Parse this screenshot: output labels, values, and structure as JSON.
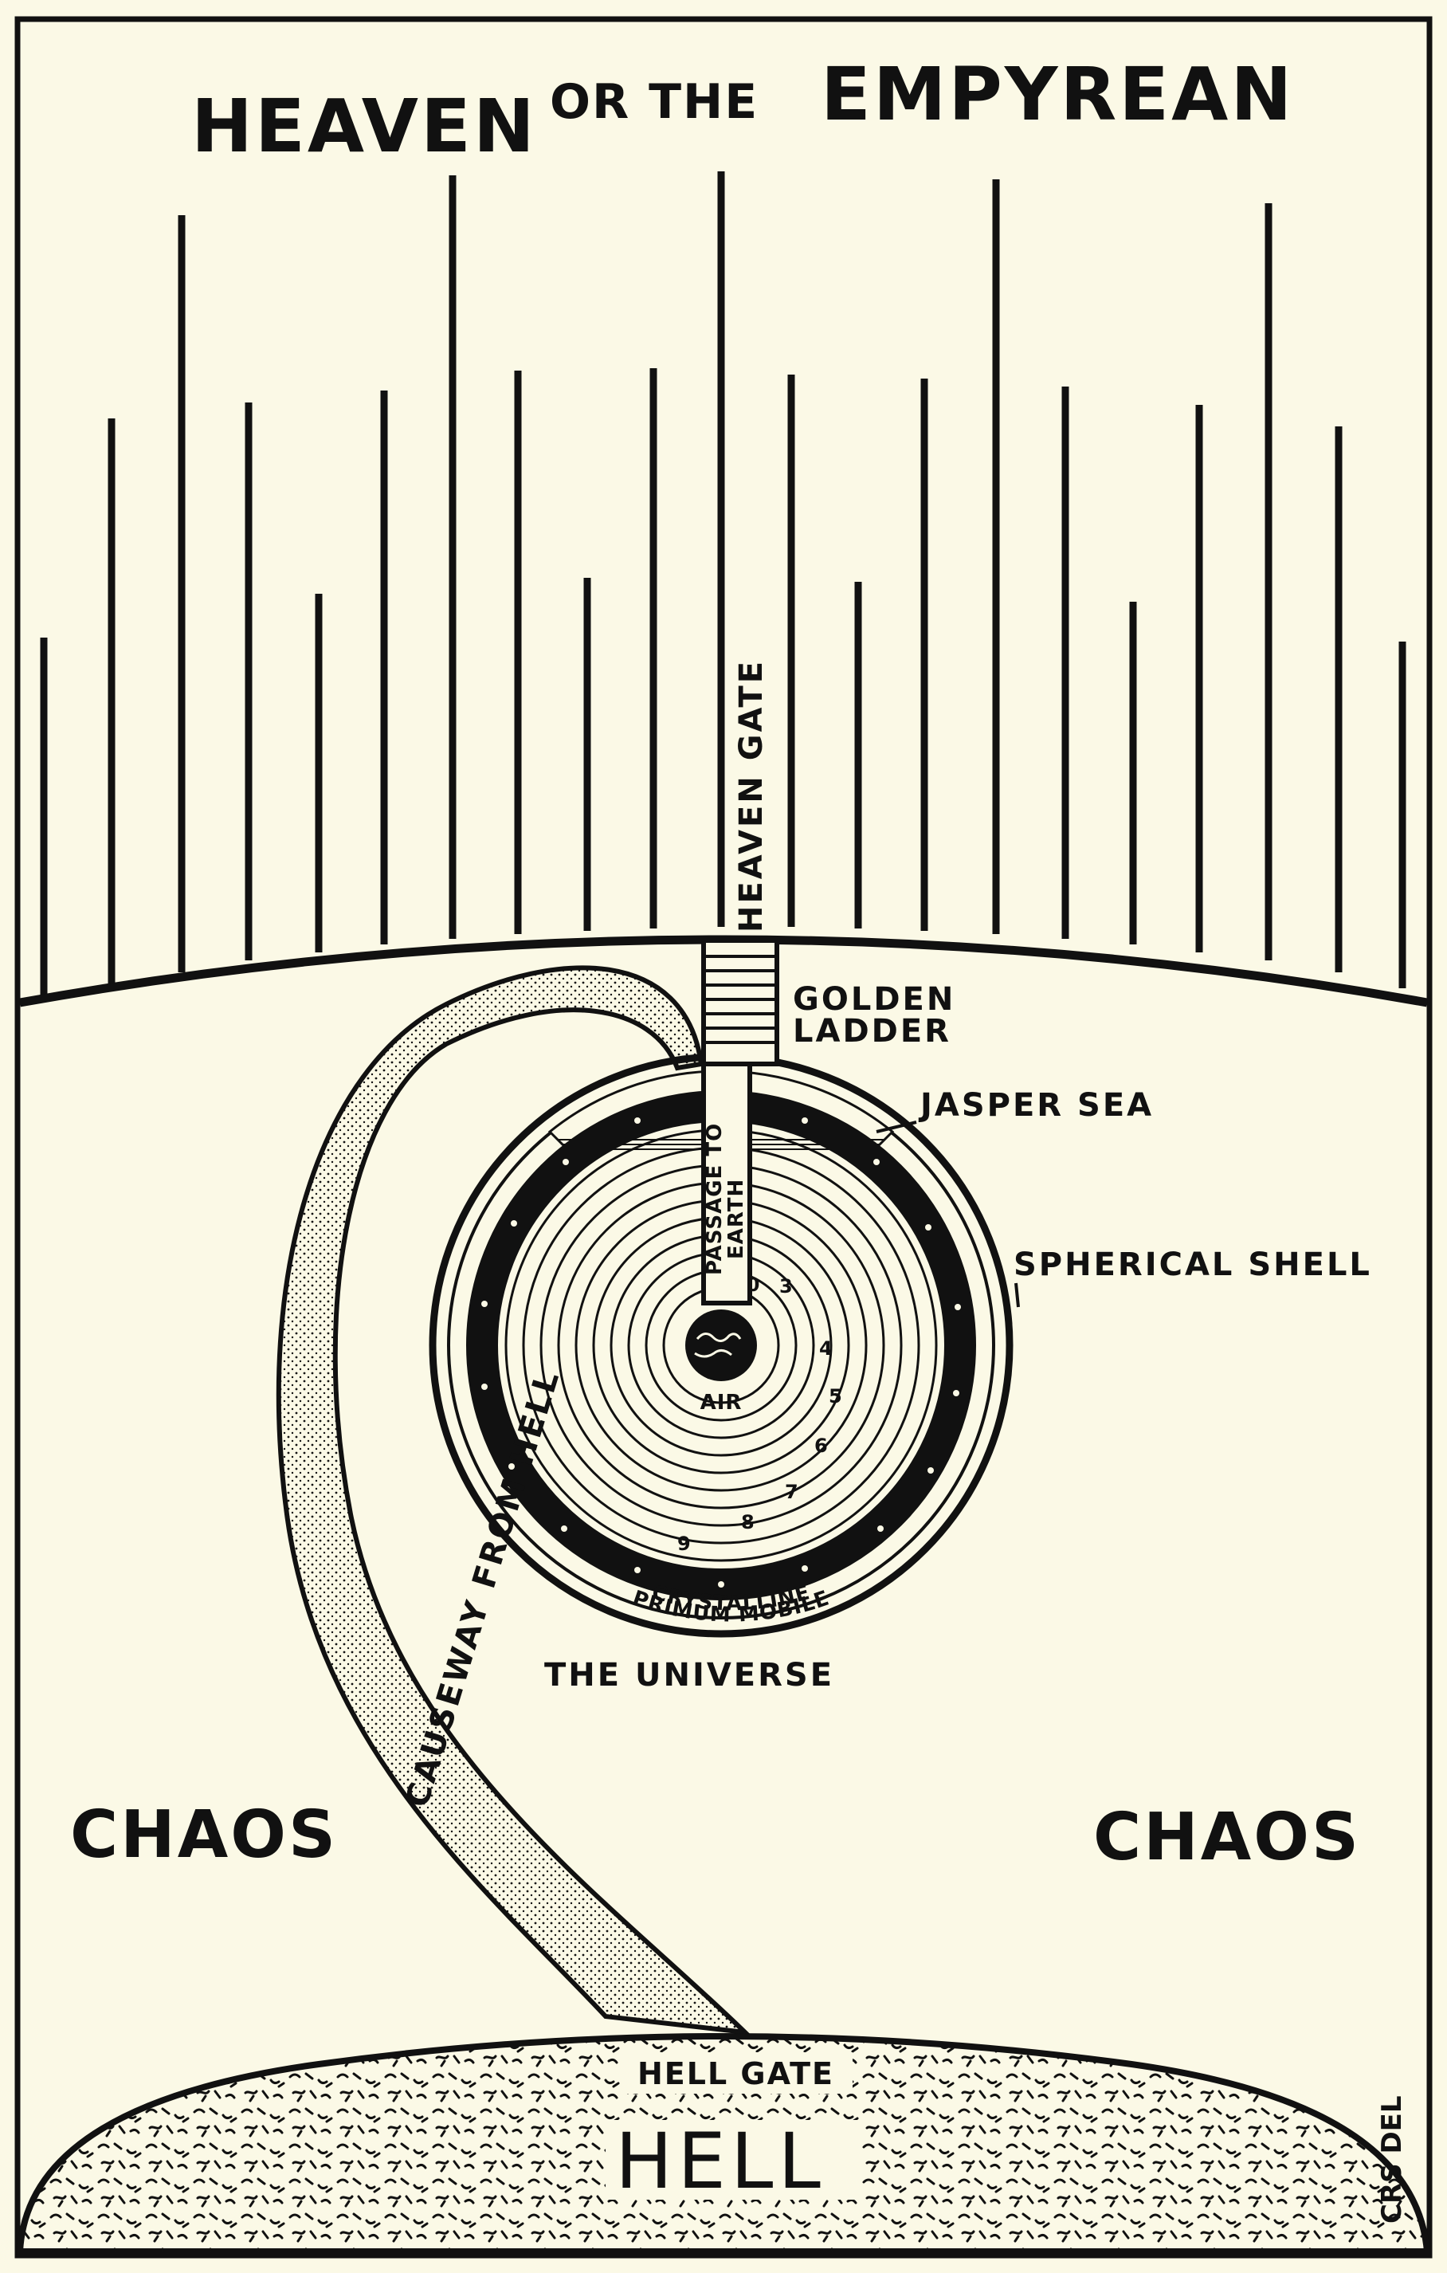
{
  "title": {
    "heaven": "HEAVEN",
    "or_the": "OR THE",
    "empyrean": "EMPYREAN"
  },
  "labels": {
    "heaven_gate": "HEAVEN GATE",
    "golden_ladder_1": "GOLDEN",
    "golden_ladder_2": "LADDER",
    "jasper_sea": "JASPER SEA",
    "spherical_shell": "SPHERICAL SHELL",
    "passage_1": "PASSAGE TO",
    "passage_2": "EARTH",
    "air": "AIR",
    "crystalline": "CRYSTALLINE",
    "primum_mobile": "PRIMUM MOBILE",
    "the_universe": "THE UNIVERSE",
    "causeway": "CAUSEWAY FROM HELL",
    "chaos_left": "CHAOS",
    "chaos_right": "CHAOS",
    "hell_gate": "HELL GATE",
    "hell": "HELL",
    "signature": "CRS DEL"
  },
  "sphere_numbers": [
    "3",
    "4",
    "5",
    "6",
    "7",
    "8",
    "9",
    "10"
  ],
  "colors": {
    "paper": "#fbf9e6",
    "ink": "#111111"
  }
}
